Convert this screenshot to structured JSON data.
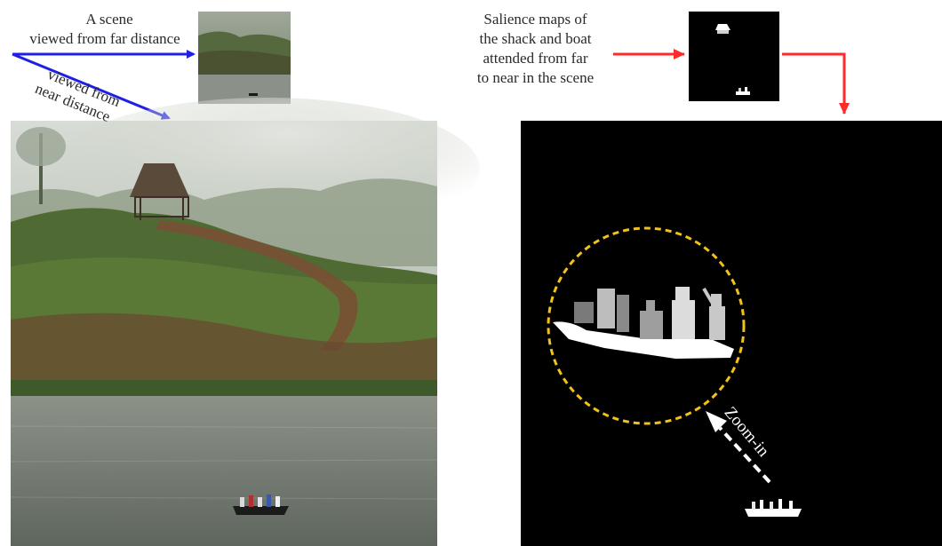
{
  "left_panel": {
    "far_label_line1": "A scene",
    "far_label_line2": "viewed from far distance",
    "near_label_line1": "viewed from",
    "near_label_line2": "near distance",
    "arrow_color": "#1f1fe6"
  },
  "right_panel": {
    "salience_line1": "Salience maps of",
    "salience_line2": "the shack and boat",
    "salience_line3": "attended from far",
    "salience_line4": "to near in the scene",
    "zoom_label": "Zoom-in",
    "arrow_color": "#ff2a2a",
    "circle_color": "#f2c21b"
  }
}
